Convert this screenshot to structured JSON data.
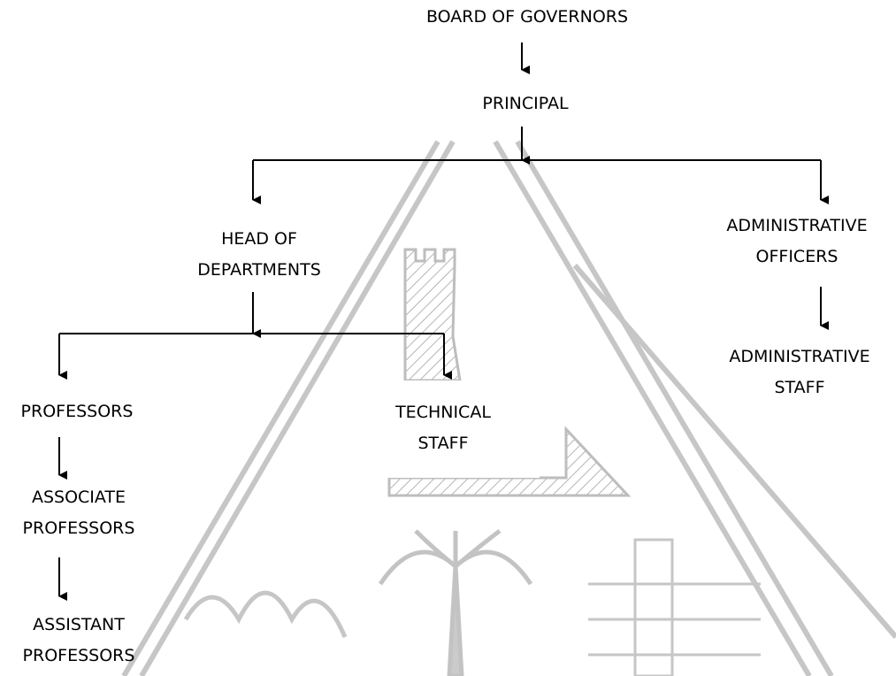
{
  "nodes": {
    "board": {
      "lines": [
        "BOARD OF GOVERNORS"
      ]
    },
    "principal": {
      "lines": [
        "PRINCIPAL"
      ]
    },
    "hod": {
      "lines": [
        "HEAD OF",
        "DEPARTMENTS"
      ]
    },
    "admin_off": {
      "lines": [
        "ADMINISTRATIVE",
        "OFFICERS"
      ]
    },
    "admin_staff": {
      "lines": [
        "ADMINISTRATIVE",
        "STAFF"
      ]
    },
    "professors": {
      "lines": [
        "PROFESSORS"
      ]
    },
    "technical": {
      "lines": [
        "TECHNICAL",
        "STAFF"
      ]
    },
    "associate": {
      "lines": [
        "ASSOCIATE",
        "PROFESSORS"
      ]
    },
    "assistant": {
      "lines": [
        "ASSISTANT",
        "PROFESSORS"
      ]
    }
  },
  "colors": {
    "line": "#000000",
    "watermark": "#b9b9b9",
    "text": "#000000"
  }
}
